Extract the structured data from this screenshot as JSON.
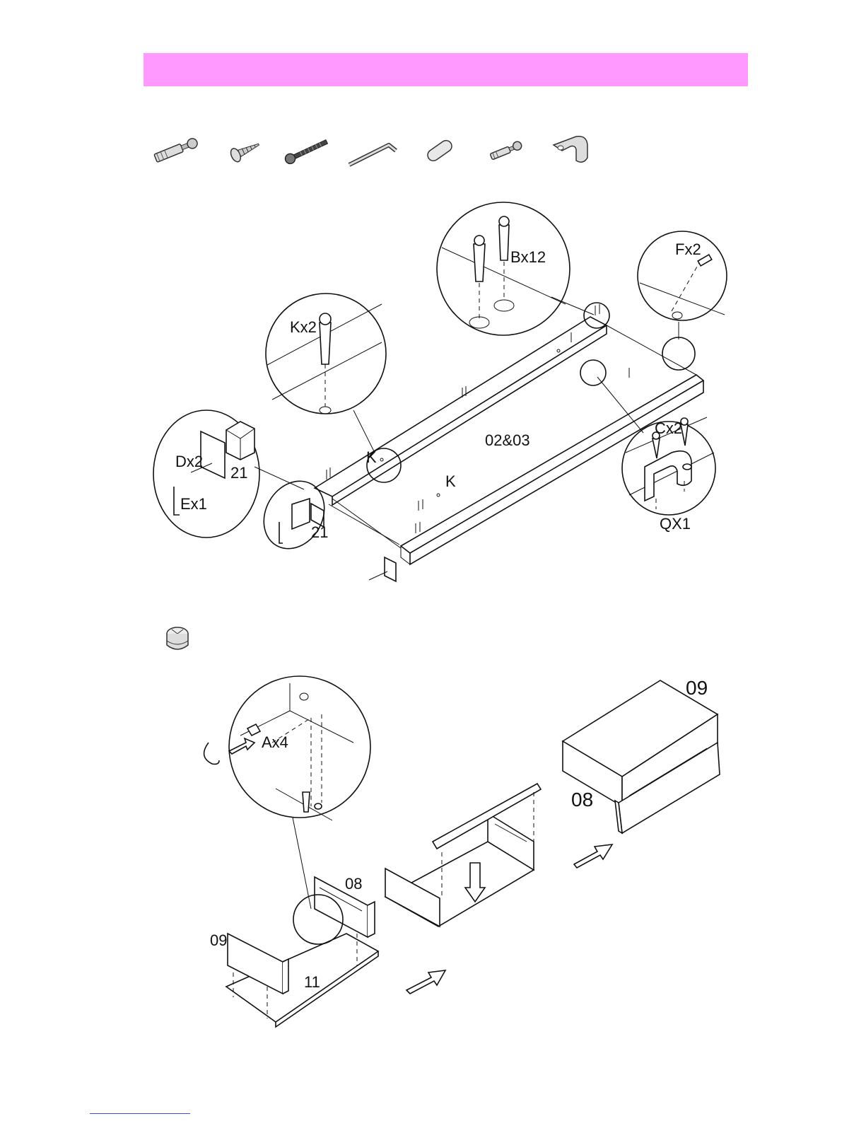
{
  "colors": {
    "banner": "#ff99ff",
    "ink": "#111111",
    "link_line": "#3355cc"
  },
  "hardware_icons": [
    "cam-bolt-icon",
    "wood-screw-icon",
    "long-bolt-icon",
    "allen-key-icon",
    "wood-dowel-icon",
    "short-cam-bolt-icon",
    "u-clip-icon"
  ],
  "step1": {
    "panel_label": "02&03",
    "callouts": {
      "bx": "Bx12",
      "fx": "Fx2",
      "kx": "Kx2",
      "dx": "Dx2",
      "ex": "Ex1",
      "cx": "Cx2",
      "qx": "QX1",
      "part21_a": "21",
      "part21_b": "21",
      "k_a": "K",
      "k_b": "K"
    }
  },
  "step2": {
    "icon": "cam-lock-icon",
    "callouts": {
      "ax": "Ax4",
      "top_panel": "09",
      "front_panel": "08",
      "side_back": "08",
      "side_front": "09",
      "bottom": "11"
    }
  }
}
